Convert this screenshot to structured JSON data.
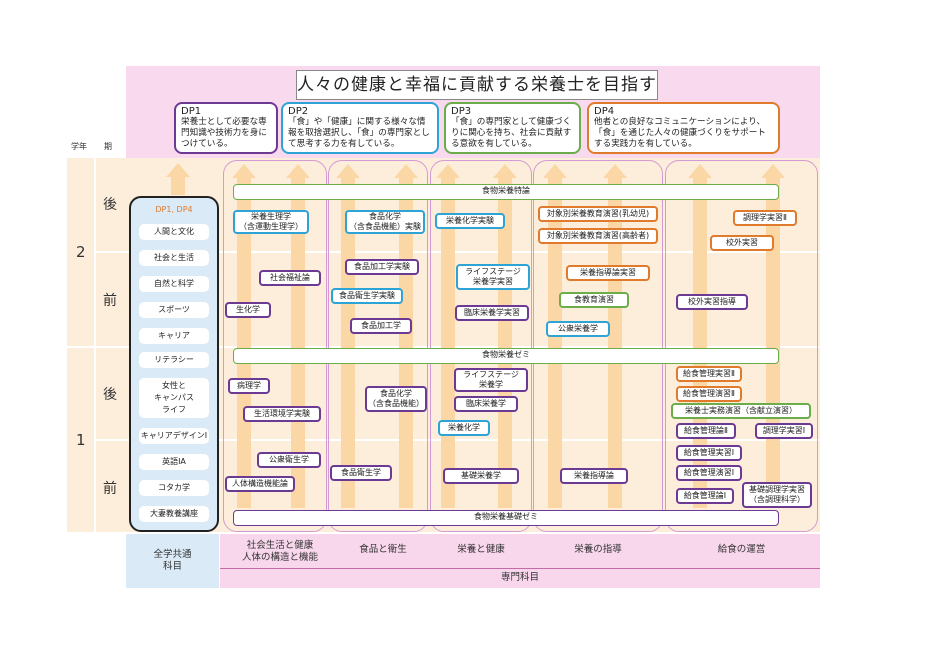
{
  "title": "人々の健康と幸福に貢献する栄養士を目指す",
  "dp": [
    {
      "head": "DP1",
      "text": "栄養士として必要な専門知識や技術力を身につけている。",
      "color": "#6d3a93"
    },
    {
      "head": "DP2",
      "text": "「食」や「健康」に関する様々な情報を取捨選択し、「食」の専門家として思考する力を有している。",
      "color": "#2ea3d6"
    },
    {
      "head": "DP3",
      "text": "「食」の専門家として健康づくりに関心を持ち、社会に貢献する意欲を有している。",
      "color": "#6aad4a"
    },
    {
      "head": "DP4",
      "text": "他者との良好なコミュニケーションにより、「食」を通じた人々の健康づくりをサポートする実践力を有している。",
      "color": "#e07a2c"
    }
  ],
  "headers": {
    "year": "学年",
    "term": "期"
  },
  "years": {
    "y2": "2",
    "y1": "1"
  },
  "terms": {
    "late": "後",
    "early": "前"
  },
  "liberal": {
    "dp": "DP1, DP4",
    "items": [
      "人間と文化",
      "社会と生活",
      "自然と科学",
      "スポーツ",
      "キャリア",
      "リテラシー",
      "女性と\nキャンパス\nライフ",
      "キャリアデザインⅠ",
      "英語IA",
      "コタカ学",
      "大妻教養講座"
    ]
  },
  "bars": {
    "tokuron": "食物栄養特論",
    "seminar": "食物栄養ゼミ",
    "kiso_seminar": "食物栄養基礎ゼミ"
  },
  "courses": {
    "c1": [
      "栄養生理学",
      "（含運動生理学）"
    ],
    "c2": [
      "社会福祉論"
    ],
    "c3": [
      "生化学"
    ],
    "c4": [
      "病理学"
    ],
    "c5": [
      "生活環境学実験"
    ],
    "c6": [
      "公衆衛生学"
    ],
    "c7": [
      "人体構造機能論"
    ],
    "c8": [
      "食品化学",
      "（含食品機能）実験"
    ],
    "c9": [
      "食品加工学実験"
    ],
    "c10": [
      "食品衛生学実験"
    ],
    "c11": [
      "食品加工学"
    ],
    "c12": [
      "食品化学",
      "（含食品機能）"
    ],
    "c13": [
      "食品衛生学"
    ],
    "c14": [
      "栄養化学実験"
    ],
    "c15": [
      "ライフステージ",
      "栄養学実習"
    ],
    "c16": [
      "臨床栄養学実習"
    ],
    "c17": [
      "ライフステージ",
      "栄養学"
    ],
    "c18": [
      "臨床栄養学"
    ],
    "c19": [
      "栄養化学"
    ],
    "c20": [
      "基礎栄養学"
    ],
    "c21": [
      "対象別栄養教育演習(乳幼児)"
    ],
    "c22": [
      "対象別栄養教育演習(高齢者)"
    ],
    "c23": [
      "栄養指導論実習"
    ],
    "c24": [
      "食教育演習"
    ],
    "c25": [
      "公衆栄養学"
    ],
    "c26": [
      "栄養指導論"
    ],
    "c27": [
      "調理学実習Ⅱ"
    ],
    "c28": [
      "校外実習"
    ],
    "c29": [
      "校外実習指導"
    ],
    "c30": [
      "給食管理実習Ⅱ"
    ],
    "c31": [
      "給食管理演習Ⅱ"
    ],
    "c32": [
      "栄養士実務演習（含献立演習）"
    ],
    "c33": [
      "給食管理論Ⅱ"
    ],
    "c34": [
      "調理学実習Ⅰ"
    ],
    "c35": [
      "給食管理実習Ⅰ"
    ],
    "c36": [
      "給食管理演習Ⅰ"
    ],
    "c37": [
      "給食管理論Ⅰ"
    ],
    "c38": [
      "基礎調理学実習",
      "（含調理科学）"
    ]
  },
  "footer": {
    "common": "全学共通\n科目",
    "cols": [
      "社会生活と健康\n人体の構造と機能",
      "食品と衛生",
      "栄養と健康",
      "栄養の指導",
      "給食の運営"
    ],
    "senmon": "専門科目"
  }
}
